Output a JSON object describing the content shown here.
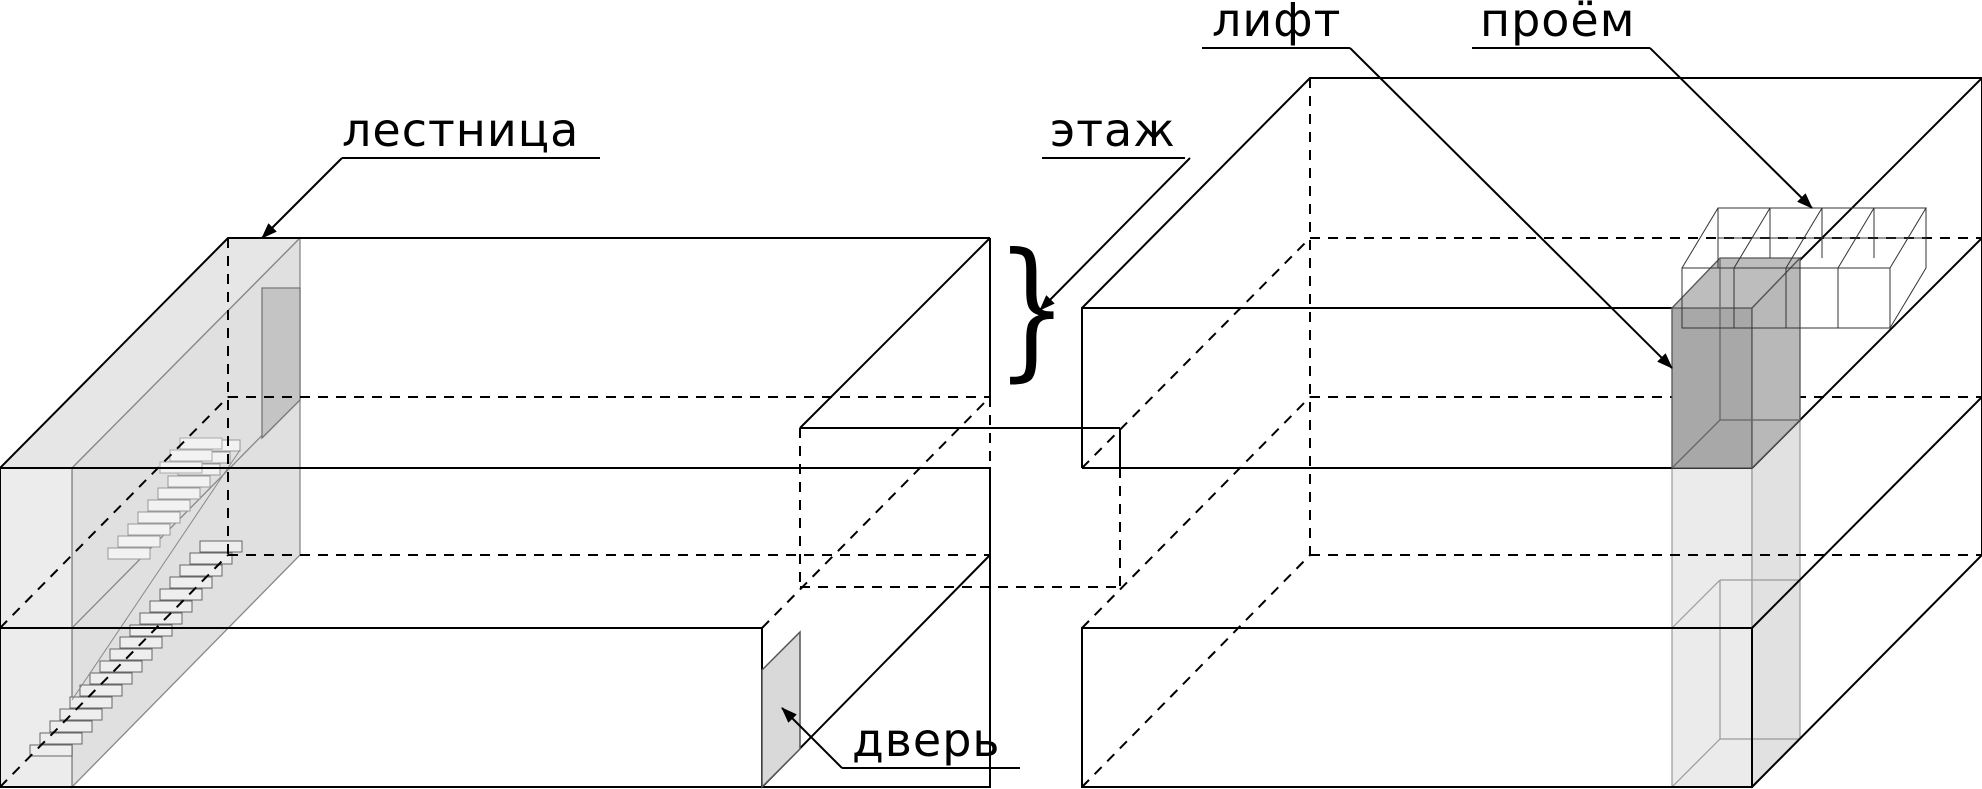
{
  "labels": {
    "stairs": "лестница",
    "floor": "этаж",
    "elevator": "лифт",
    "opening": "проём",
    "door": "дверь"
  },
  "colors": {
    "line": "#000000",
    "shaft_fill": "#b0b0b0",
    "shaft_light": "#e2e2e2",
    "stair_fill": "#dcdcdc",
    "door_fill": "#d9d9d9"
  }
}
